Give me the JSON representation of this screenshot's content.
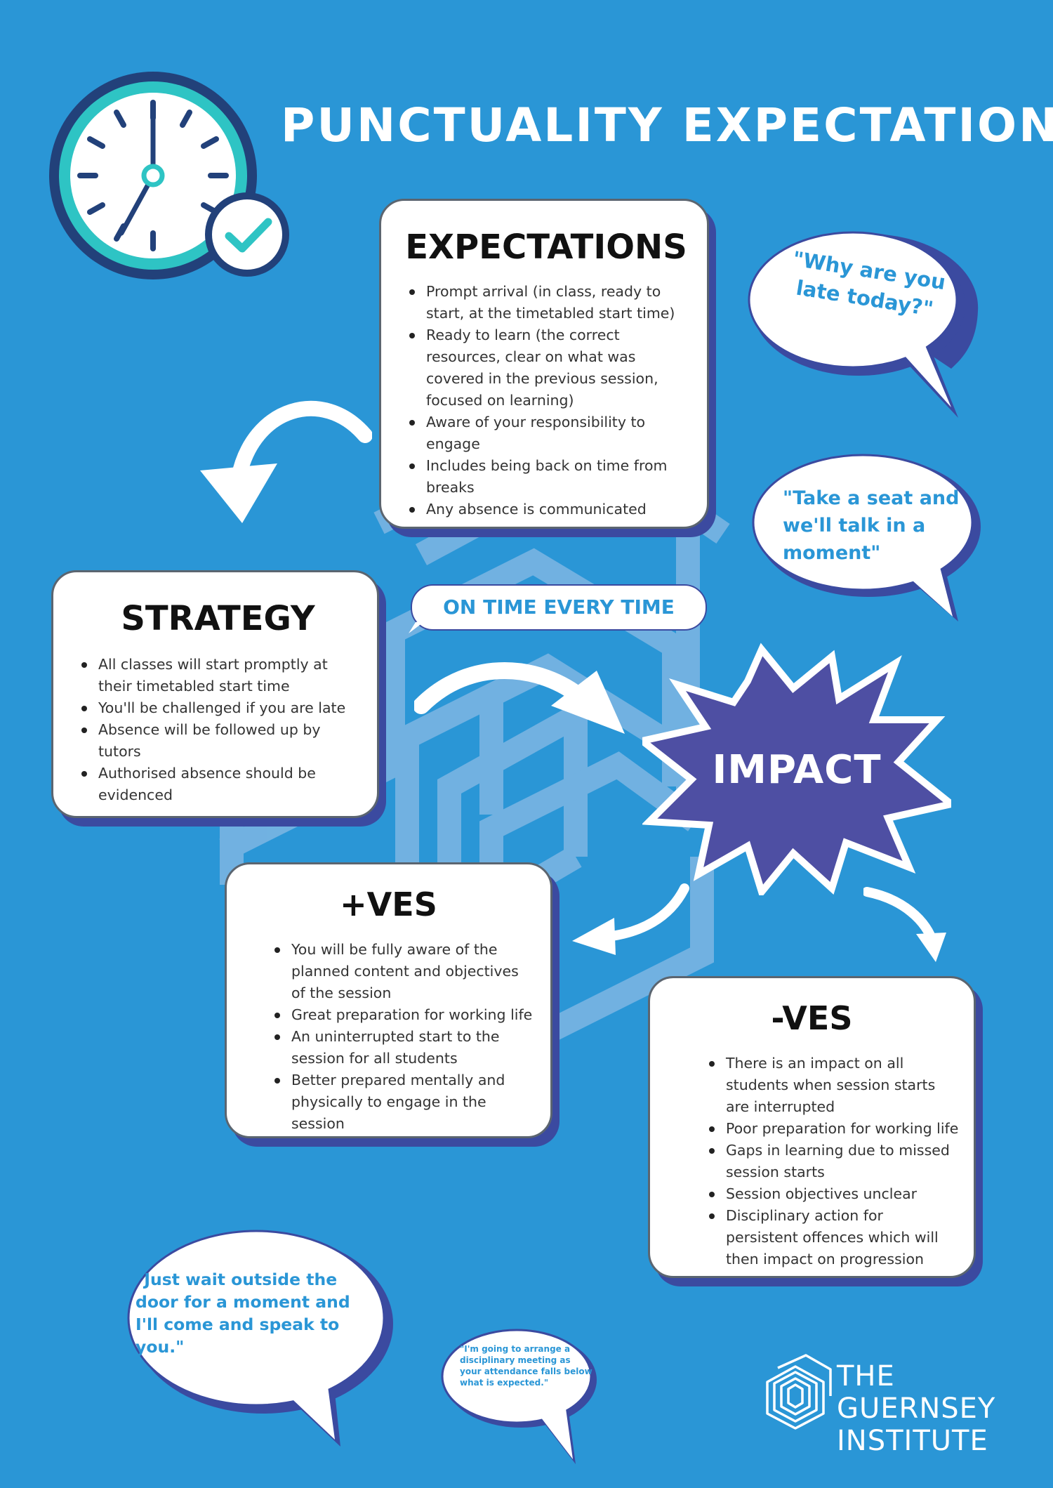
{
  "title": "PUNCTUALITY  EXPECTATIONS",
  "expectations": {
    "heading": "EXPECTATIONS",
    "items": [
      "Prompt arrival (in class, ready to start, at the timetabled start time)",
      "Ready to learn (the correct resources, clear on what was covered in the previous session, focused on learning)",
      "Aware of your responsibility to engage",
      "Includes being back on time from breaks",
      "Any absence is communicated"
    ]
  },
  "strategy": {
    "heading": "STRATEGY",
    "items": [
      "All classes will start promptly at their timetabled start time",
      "You'll be challenged if you are late",
      "Absence will be followed up by tutors",
      "Authorised absence should be evidenced"
    ]
  },
  "slogan": "ON TIME EVERY TIME",
  "impact": "IMPACT",
  "positives": {
    "heading": "+VES",
    "items": [
      "You will be fully aware of the planned content and objectives of the session",
      "Great preparation for working life",
      "An uninterrupted start to the session for all students",
      "Better prepared mentally and physically to engage in the session"
    ]
  },
  "negatives": {
    "heading": "-VES",
    "items": [
      "There is an impact on all students when session starts are interrupted",
      "Poor preparation for working life",
      "Gaps in learning due to missed session starts",
      "Session objectives unclear",
      "Disciplinary action for persistent offences which will then impact on progression"
    ]
  },
  "quotes": {
    "late_today": "\"Why are you late today?\"",
    "take_seat": "\"Take a seat and we'll talk in a moment\"",
    "wait_outside": "\"Just wait outside the door for a moment and I'll come and speak to you.\"",
    "disciplinary": "\"I'm going to arrange a disciplinary meeting as your attendance falls below what is expected.\""
  },
  "logo": {
    "line1": "THE",
    "line2": "GUERNSEY",
    "line3": "INSTITUTE"
  },
  "colors": {
    "background": "#2a96d6",
    "accent_dark": "#3b4aa0",
    "impact": "#4e4fa3",
    "clock_teal": "#2ec4c4"
  },
  "icons": [
    "clock-icon",
    "check-icon",
    "arrow-icon",
    "logo-icon"
  ]
}
